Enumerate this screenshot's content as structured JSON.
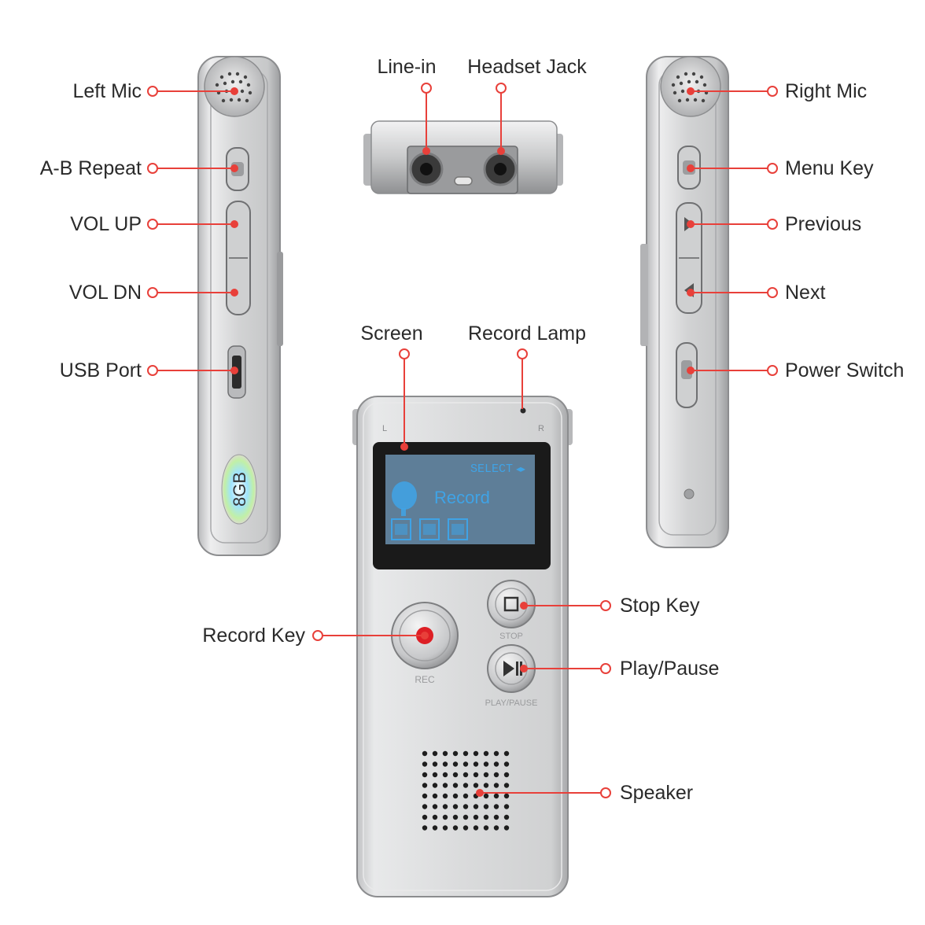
{
  "callouts": {
    "left_mic": "Left Mic",
    "ab_repeat": "A-B Repeat",
    "vol_up": "VOL UP",
    "vol_dn": "VOL DN",
    "usb_port": "USB Port",
    "line_in": "Line-in",
    "headset_jack": "Headset Jack",
    "right_mic": "Right Mic",
    "menu_key": "Menu Key",
    "previous": "Previous",
    "next": "Next",
    "power_switch": "Power Switch",
    "screen": "Screen",
    "record_lamp": "Record Lamp",
    "stop_key": "Stop Key",
    "record_key": "Record Key",
    "play_pause": "Play/Pause",
    "speaker": "Speaker"
  },
  "device": {
    "capacity_badge": "8GB",
    "lcd_select": "SELECT",
    "lcd_record": "Record",
    "led_left": "L",
    "led_right": "R",
    "rec_label": "REC",
    "stop_label": "STOP",
    "play_pause_label": "PLAY/PAUSE"
  },
  "colors": {
    "callout": "#e8403a",
    "body_silver": "#d9dadb",
    "lcd": "#5e7e98",
    "lcd_text": "#3fa3e6",
    "record_dot": "#dd1f25"
  }
}
